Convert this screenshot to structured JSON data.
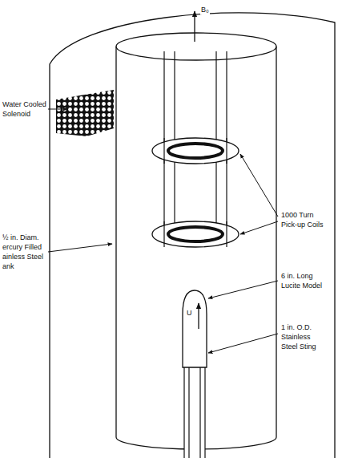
{
  "diagram": {
    "labels": [
      "Water Cooled Solenoid",
      "B₀",
      "1000 Turn Pick-up Coils",
      "½ in. Diam. ercury Filled ainless Steel ank",
      "6 in. Long Lucite Model",
      "U",
      "1 in. O.D. Stainless Steel Sting"
    ]
  }
}
